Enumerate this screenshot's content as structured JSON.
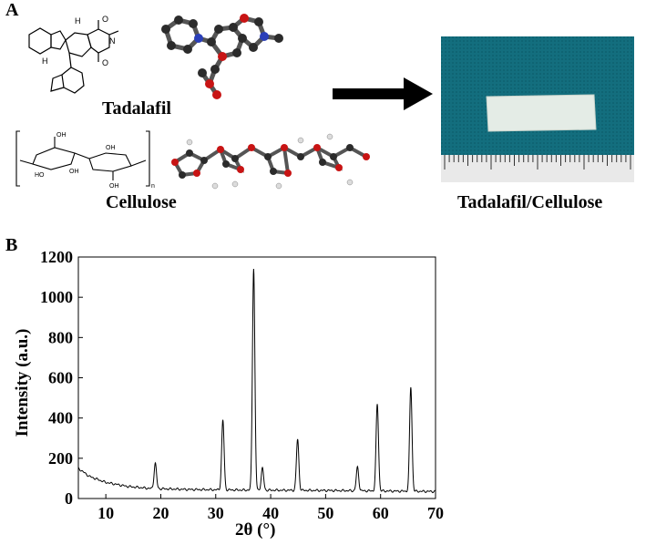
{
  "panel_a": {
    "label": "A",
    "tadalafil_label": "Tadalafil",
    "cellulose_label": "Cellulose",
    "composite_label": "Tadalafil/Cellulose",
    "colors": {
      "fabric": "#136e7e",
      "atom_carbon": "#2b2b2b",
      "atom_oxygen": "#c81414",
      "atom_nitrogen": "#2b3fb8",
      "atom_hydrogen": "#dcdcdc"
    },
    "icons": [
      "tadalafil-structure-icon",
      "tadalafil-ball-stick-icon",
      "cellulose-structure-icon",
      "cellulose-ball-stick-icon",
      "arrow-right-icon",
      "sample-photo-icon",
      "ruler-icon"
    ]
  },
  "panel_b": {
    "label": "B"
  },
  "chart_data": {
    "type": "line",
    "xlabel": "2θ (°)",
    "ylabel": "Intensity (a.u.)",
    "xlim": [
      5,
      70
    ],
    "ylim": [
      0,
      1200
    ],
    "xticks": [
      10,
      20,
      30,
      40,
      50,
      60,
      70
    ],
    "yticks": [
      0,
      200,
      400,
      600,
      800,
      1000,
      1200
    ],
    "grid": false,
    "line_color": "#000000",
    "baseline": [
      [
        5,
        150
      ],
      [
        7,
        110
      ],
      [
        10,
        80
      ],
      [
        14,
        60
      ],
      [
        18,
        50
      ],
      [
        25,
        45
      ],
      [
        35,
        42
      ],
      [
        50,
        40
      ],
      [
        70,
        35
      ]
    ],
    "peaks": [
      {
        "x": 19.0,
        "y": 175
      },
      {
        "x": 31.3,
        "y": 390
      },
      {
        "x": 36.9,
        "y": 1145
      },
      {
        "x": 38.5,
        "y": 150
      },
      {
        "x": 44.9,
        "y": 295
      },
      {
        "x": 55.8,
        "y": 155
      },
      {
        "x": 59.4,
        "y": 470
      },
      {
        "x": 65.5,
        "y": 555
      }
    ]
  }
}
